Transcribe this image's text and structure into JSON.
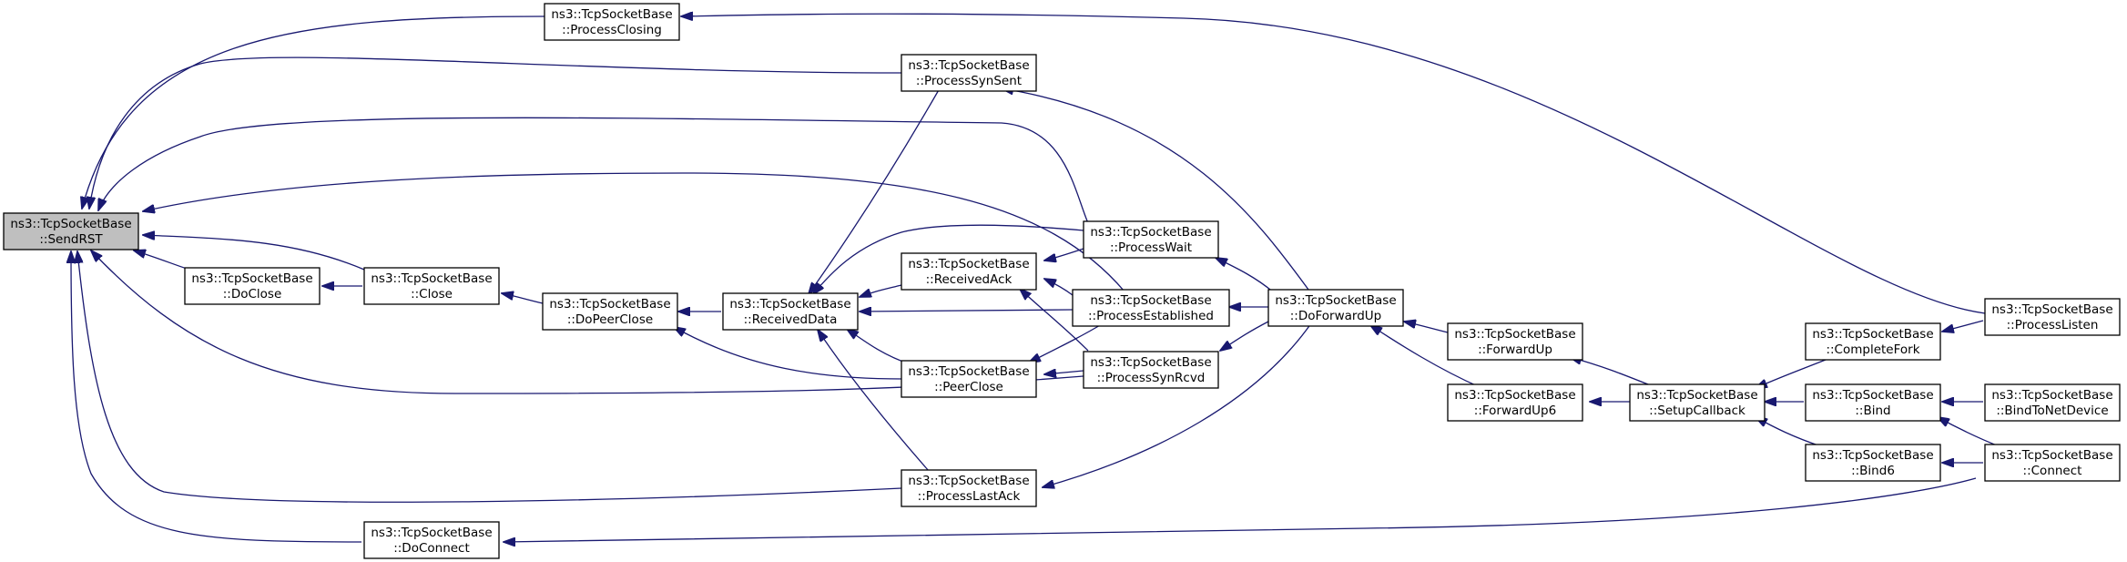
{
  "nodes": {
    "sendrst": {
      "lines": [
        "ns3::TcpSocketBase",
        "::SendRST"
      ],
      "focus": true
    },
    "closing": {
      "lines": [
        "ns3::TcpSocketBase",
        "::ProcessClosing"
      ]
    },
    "synsent": {
      "lines": [
        "ns3::TcpSocketBase",
        "::ProcessSynSent"
      ]
    },
    "wait": {
      "lines": [
        "ns3::TcpSocketBase",
        "::ProcessWait"
      ]
    },
    "established": {
      "lines": [
        "ns3::TcpSocketBase",
        "::ProcessEstablished"
      ]
    },
    "synrcvd": {
      "lines": [
        "ns3::TcpSocketBase",
        "::ProcessSynRcvd"
      ]
    },
    "lastack": {
      "lines": [
        "ns3::TcpSocketBase",
        "::ProcessLastAck"
      ]
    },
    "doclose": {
      "lines": [
        "ns3::TcpSocketBase",
        "::DoClose"
      ]
    },
    "close": {
      "lines": [
        "ns3::TcpSocketBase",
        "::Close"
      ]
    },
    "dopeerclose": {
      "lines": [
        "ns3::TcpSocketBase",
        "::DoPeerClose"
      ]
    },
    "receiveddata": {
      "lines": [
        "ns3::TcpSocketBase",
        "::ReceivedData"
      ]
    },
    "receivedack": {
      "lines": [
        "ns3::TcpSocketBase",
        "::ReceivedAck"
      ]
    },
    "peerclose": {
      "lines": [
        "ns3::TcpSocketBase",
        "::PeerClose"
      ]
    },
    "doconnect": {
      "lines": [
        "ns3::TcpSocketBase",
        "::DoConnect"
      ]
    },
    "doforwardup": {
      "lines": [
        "ns3::TcpSocketBase",
        "::DoForwardUp"
      ]
    },
    "forwardup": {
      "lines": [
        "ns3::TcpSocketBase",
        "::ForwardUp"
      ]
    },
    "forwardup6": {
      "lines": [
        "ns3::TcpSocketBase",
        "::ForwardUp6"
      ]
    },
    "setupcallback": {
      "lines": [
        "ns3::TcpSocketBase",
        "::SetupCallback"
      ]
    },
    "completefork": {
      "lines": [
        "ns3::TcpSocketBase",
        "::CompleteFork"
      ]
    },
    "bind": {
      "lines": [
        "ns3::TcpSocketBase",
        "::Bind"
      ]
    },
    "bind6": {
      "lines": [
        "ns3::TcpSocketBase",
        "::Bind6"
      ]
    },
    "processlisten": {
      "lines": [
        "ns3::TcpSocketBase",
        "::ProcessListen"
      ]
    },
    "bindtonetdevice": {
      "lines": [
        "ns3::TcpSocketBase",
        "::BindToNetDevice"
      ]
    },
    "connect": {
      "lines": [
        "ns3::TcpSocketBase",
        "::Connect"
      ]
    }
  },
  "edges": [
    {
      "from": "closing",
      "to": "sendrst"
    },
    {
      "from": "synsent",
      "to": "sendrst"
    },
    {
      "from": "wait",
      "to": "sendrst"
    },
    {
      "from": "established",
      "to": "sendrst"
    },
    {
      "from": "close",
      "to": "sendrst"
    },
    {
      "from": "doclose",
      "to": "sendrst"
    },
    {
      "from": "synrcvd",
      "to": "sendrst"
    },
    {
      "from": "lastack",
      "to": "sendrst"
    },
    {
      "from": "doconnect",
      "to": "sendrst"
    },
    {
      "from": "close",
      "to": "doclose"
    },
    {
      "from": "dopeerclose",
      "to": "close"
    },
    {
      "from": "receiveddata",
      "to": "dopeerclose"
    },
    {
      "from": "peerclose",
      "to": "dopeerclose"
    },
    {
      "from": "synsent",
      "to": "receiveddata"
    },
    {
      "from": "wait",
      "to": "receiveddata"
    },
    {
      "from": "receivedack",
      "to": "receiveddata"
    },
    {
      "from": "established",
      "to": "receiveddata"
    },
    {
      "from": "peerclose",
      "to": "receiveddata"
    },
    {
      "from": "lastack",
      "to": "receiveddata"
    },
    {
      "from": "wait",
      "to": "receivedack"
    },
    {
      "from": "established",
      "to": "receivedack"
    },
    {
      "from": "synrcvd",
      "to": "receivedack"
    },
    {
      "from": "established",
      "to": "peerclose"
    },
    {
      "from": "synrcvd",
      "to": "peerclose"
    },
    {
      "from": "processlisten",
      "to": "closing"
    },
    {
      "from": "doforwardup",
      "to": "synsent"
    },
    {
      "from": "doforwardup",
      "to": "wait"
    },
    {
      "from": "doforwardup",
      "to": "established"
    },
    {
      "from": "doforwardup",
      "to": "synrcvd"
    },
    {
      "from": "doforwardup",
      "to": "lastack"
    },
    {
      "from": "forwardup",
      "to": "doforwardup"
    },
    {
      "from": "forwardup6",
      "to": "doforwardup"
    },
    {
      "from": "setupcallback",
      "to": "forwardup"
    },
    {
      "from": "setupcallback",
      "to": "forwardup6"
    },
    {
      "from": "completefork",
      "to": "setupcallback"
    },
    {
      "from": "bind",
      "to": "setupcallback"
    },
    {
      "from": "bind6",
      "to": "setupcallback"
    },
    {
      "from": "processlisten",
      "to": "completefork"
    },
    {
      "from": "bindtonetdevice",
      "to": "bind"
    },
    {
      "from": "connect",
      "to": "bind"
    },
    {
      "from": "connect",
      "to": "bind6"
    },
    {
      "from": "connect",
      "to": "doconnect"
    }
  ],
  "colors": {
    "edge": "#191970",
    "node_fill": "#ffffff",
    "focus_fill": "#bfbfbf",
    "border": "#000000"
  }
}
